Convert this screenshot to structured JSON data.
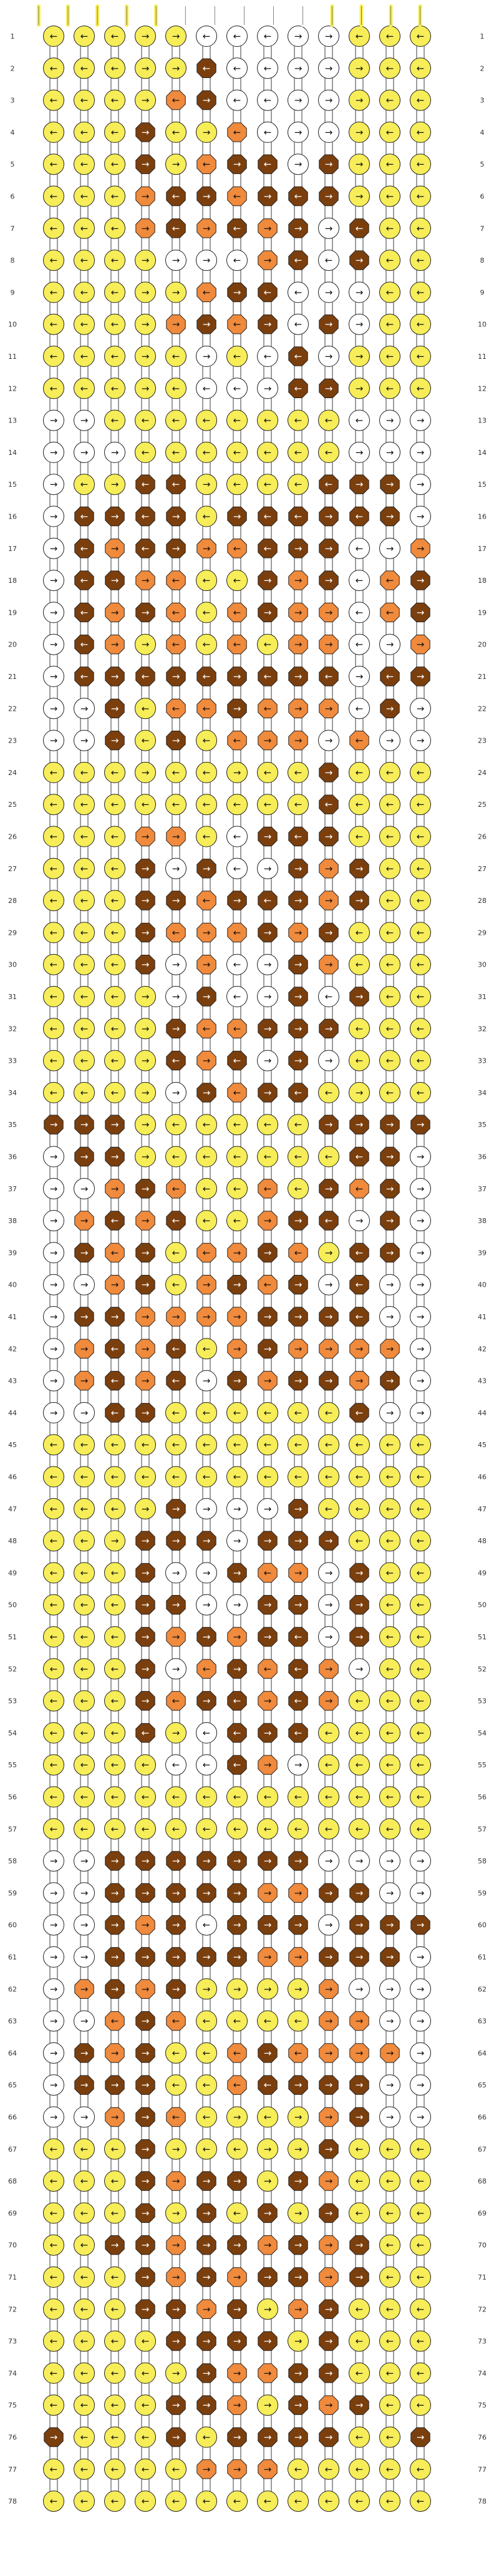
{
  "pattern": {
    "rows": 78,
    "columns": 13,
    "strings": 14,
    "colors": {
      "Y": "#f6ed58",
      "W": "#ffffff",
      "O": "#f08a3c",
      "B": "#7b3f0e"
    },
    "arrow_glyphs": {
      "r": "→",
      "l": "←",
      "rl": "↱",
      "lr": "↰"
    },
    "start_strings": [
      "Y",
      "Y",
      "Y",
      "Y",
      "Y",
      "W",
      "W",
      "W",
      "W",
      "W",
      "Y",
      "Y",
      "Y",
      "Y"
    ],
    "grid": [
      "YYYYYWWWWWYYY",
      "YYYYYBWWWWYYY",
      "YYYYOBWWWWYYY",
      "YYYBYYOWWWYYY",
      "YYYBYOBBWBYYY",
      "YYYOBBOBBBYYY",
      "YYYOBOBOBWBYY",
      "YYYYWWWOBWBYY",
      "YYYYYOBBWWWYY",
      "YYYYOBOBWBWYY",
      "YYYYYWYWBWYYY",
      "YYYYYWWWBBYYY",
      "WWYYYYYYYYWWW",
      "WWWYYYYYYYWWW",
      "WYYBBYYYYBBBW",
      "WBBBBYBBBBBBW",
      "WBOBBOOBBBWWO",
      "WBBOOYYBOBWOB",
      "WBOBOYOBOOWOB",
      "WBOYOYOYOOWWO",
      "WBBBBBBBBBWBB",
      "WWBYOOBOOOWBW",
      "WWBYBYOOOWOWW",
      "YYYYYYYYYBYYY",
      "YYYYYYYYYBYYY",
      "YYYOOYWBBBYYY",
      "YYYBWBWWBOBYY",
      "YYYBBOBBBOBYY",
      "YYYBOOOBOBYYY",
      "YYYBWOWWBOYYY",
      "YYYYWBWWBWBYY",
      "YYYYBOOBBBYYY",
      "YYYYBOBWBWYYY",
      "YYYYWBOBBYYYY",
      "BBBYYYYYYBBBB",
      "WBBYYYYYYYBBW",
      "WWOBOYYOYBOBW",
      "WOBOBYYOBBWBW",
      "WBOBYOOBOYBBW",
      "WWOBYOBOBWBWW",
      "WBBOOOOBBBBWW",
      "WOBOBYOBOOOOW",
      "WOBOBWBOBBOBW",
      "WWBBYYYYYYBWW",
      "YYYYYYYYYYYYY",
      "YYYYYYYYYYYYY",
      "YYYYBWWWBYYYY",
      "YYYBBBWBBBYYY",
      "YYYBWWBOOWBYY",
      "YYYBBWWBBWBYY",
      "YYYBOBOBBWBYY",
      "YYYBWOBOBOWYY",
      "YYYBOBBOBOYYY",
      "YYYBYWBBBYYYY",
      "YYYYWWBOWYYYY",
      "YYYYYYYYYYYYY",
      "YYYYYYYYYYYYY",
      "WWBBBBBBBWWWW",
      "WWBBBBBOOBBWW",
      "WWBOBWBBBWBBB",
      "WWBBBBBOOBBBW",
      "WOBOBYYYYOWWW",
      "WWOBOYYYYOOWW",
      "WBOBYYOBOOOOW",
      "WBBBYYOBBBBWW",
      "WWOBOYYYYOBWW",
      "YYYBYYYYYBYYY",
      "YYYBOBBYBOYYY",
      "YYYBYBYBYBYYY",
      "YYBBOBBOBOBYY",
      "YYYBOBOBBOBYY",
      "YYYBBOBYOBYYY",
      "YYYYBBBBYBYYY",
      "YYYYYBOOBBYYY",
      "YYYYBBOYBOBYY",
      "BYYYBYBBBBYYB",
      "YYYYYOOOYYYYY",
      "YYYYYYYYYYYYY"
    ],
    "arrows": [
      "lllrrlllrrlll",
      "lllrrlllrrrll",
      "lllrlrllrrrll",
      "lllrlrllrrrll",
      "lllrrlrlrrrll",
      "lllrlrlrlrrll",
      "lllrlrlrrrlll",
      "lllrrrlrllrll",
      "lllrrlrllrrll",
      "lllrrrlrlrrll",
      "lllrlrlllrrll",
      "lllrlllrlrrll",
      "rrlllllllllrr",
      "rrrlllllllrrr",
      "rlrllrllllrrr",
      "rlrlrlrllrlrr",
      "rlrlrrllrrlrr",
      "rlrrlllrrrllr",
      "rlrrlllrrrllr",
      "rlrrllllrrlrr",
      "rlrlrlrlrlrlr",
      "rrrlllrlrrlrr",
      "rrrlrllrrrlrr",
      "lllrllrllrlll",
      "lllllllllllll",
      "lllrrllrlrlll",
      "lllrrrlrrrrll",
      "lllrrlrlrrrll",
      "lllrlrlrrrlll",
      "lllrrrlrrrlll",
      "lllrrrlrrlrll",
      "lllrrllrrrlll",
      "lllrlrlrrrlll",
      "lllrrrlrllrll",
      "rrrrlllllrrrr",
      "rrrrlllllllrr",
      "rrrrlllllrlrr",
      "rrlrlllrrlrrr",
      "rrlrllrrlrlrr",
      "rrrrlrrlrrlrr",
      "rrrrrrrrrrlrr",
      "rrlrllrrrrrrr",
      "rrlrlrrrrrrrr",
      "rrlrlllllllrr",
      "lllllllllllll",
      "lllllllllllll",
      "lllrrrrrrllll",
      "llrrrrrrrrlll",
      "lllrrrrlrrrll",
      "lllrrrrrrrrll",
      "lllrrrrrlrrll",
      "lllrrlrllrrll",
      "lllrlrlrlrlll",
      "llllrllrlllll",
      "lllllllrrllll",
      "lllllllllllll",
      "lllllllllllll",
      "rrrrrrrrrrrrr",
      "rrrrrrrrrrrrr",
      "rrrrrlrrrrrrr",
      "rrrrrrrrrrrrr",
      "rrrrrrrrrrrrr",
      "rrlrlllllrrrr",
      "rrrrlllrlrrrr",
      "rrrrllllrrrrr",
      "rrrrllrlrrrrr",
      "lllrrllrrrlll",
      "lllrrrrrrrlll",
      "lllrrrlrrrlll",
      "llrrrrrrrrrll",
      "lllrrrrrrrrll",
      "lllrrrrrrrlll",
      "llllrrrrrrlll",
      "llllrrrrrrlll",
      "llllrrrrrrrll",
      "rlllrlrrrrllr",
      "lllllrrrlllll",
      "lllllllllllll"
    ],
    "row_labels": [
      "1",
      "2",
      "3",
      "4",
      "5",
      "6",
      "7",
      "8",
      "9",
      "10",
      "11",
      "12",
      "13",
      "14",
      "15",
      "16",
      "17",
      "18",
      "19",
      "20",
      "21",
      "22",
      "23",
      "24",
      "25",
      "26",
      "27",
      "28",
      "29",
      "30",
      "31",
      "32",
      "33",
      "34",
      "35",
      "36",
      "37",
      "38",
      "39",
      "40",
      "41",
      "42",
      "43",
      "44",
      "45",
      "46",
      "47",
      "48",
      "49",
      "50",
      "51",
      "52",
      "53",
      "54",
      "55",
      "56",
      "57",
      "58",
      "59",
      "60",
      "61",
      "62",
      "63",
      "64",
      "65",
      "66",
      "67",
      "68",
      "69",
      "70",
      "71",
      "72",
      "73",
      "74",
      "75",
      "76",
      "77",
      "78"
    ]
  }
}
